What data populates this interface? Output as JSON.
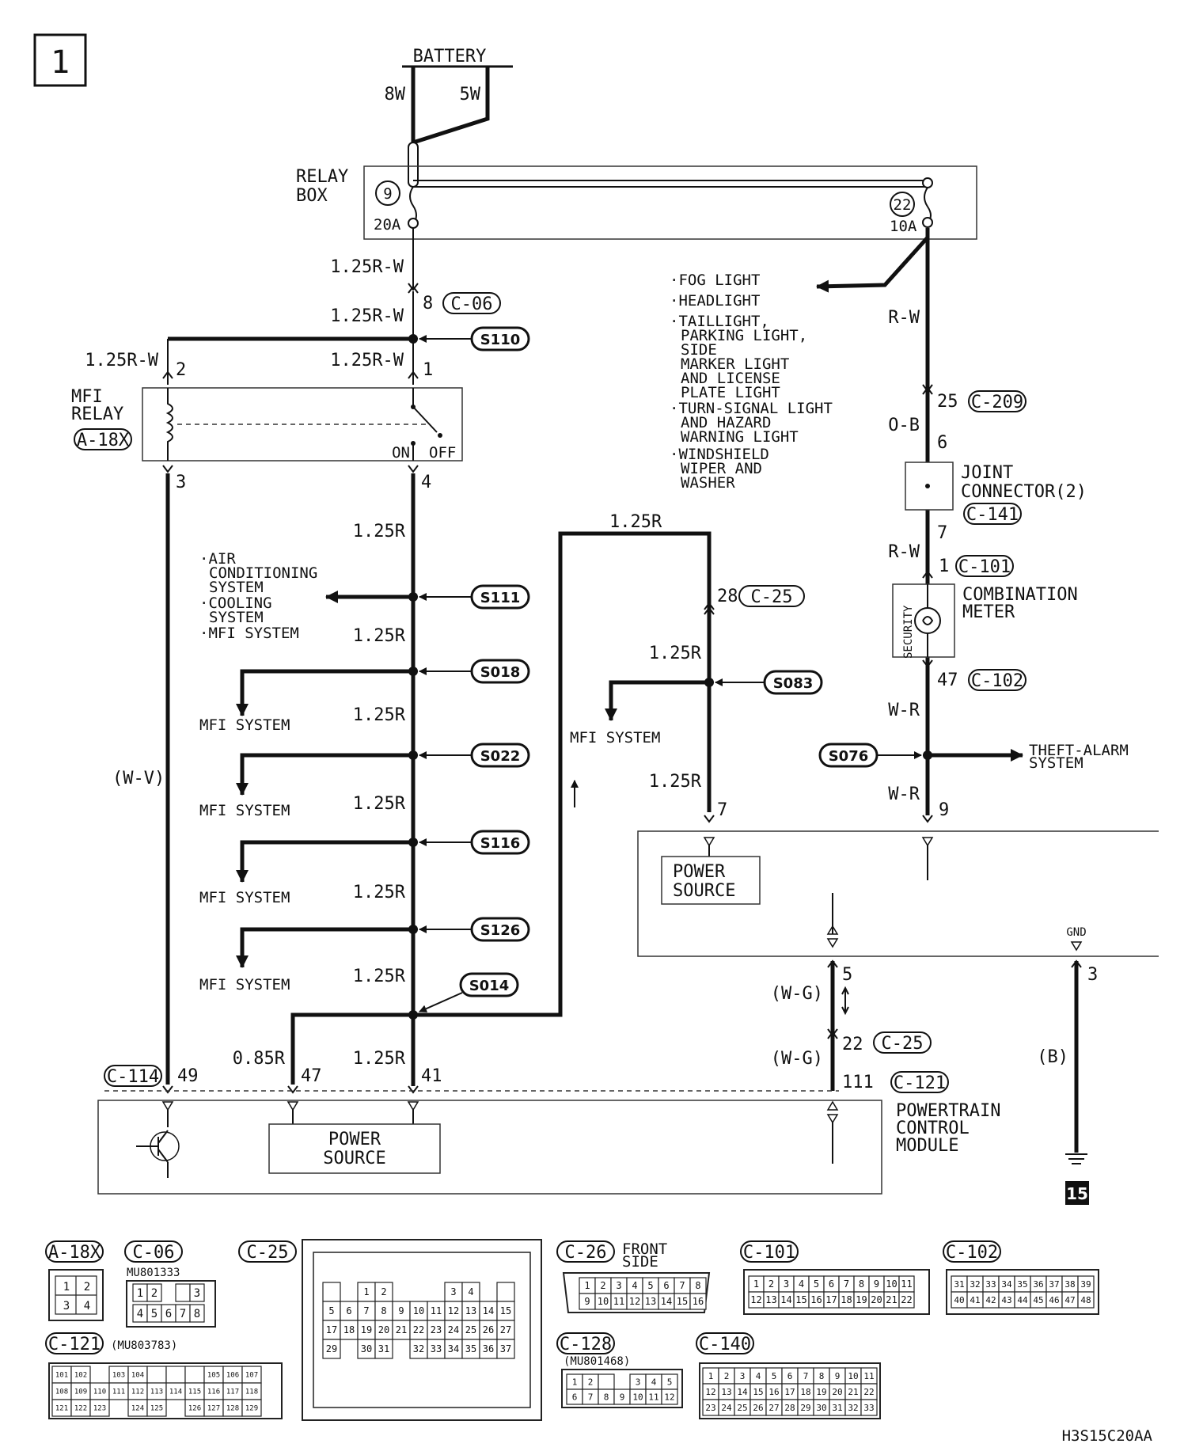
{
  "page_number": "1",
  "doc_code": "H3S15C20AA",
  "battery": {
    "label": "BATTERY",
    "left_wire": "8W",
    "right_wire": "5W"
  },
  "relay_box": {
    "label_line1": "RELAY",
    "label_line2": "BOX",
    "fuse_left_num": "9",
    "fuse_left_rating": "20A",
    "fuse_right_num": "22",
    "fuse_right_rating": "10A"
  },
  "main_wires": {
    "w1": "1.25R-W",
    "w2": "1.25R-W",
    "w3": "1.25R-W",
    "w4": "1.25R-W",
    "w5": "1.25R",
    "w6": "1.25R",
    "w7": "1.25R",
    "w8": "1.25R",
    "w9": "1.25R",
    "w10": "1.25R",
    "w11": "1.25R",
    "w12": "0.85R",
    "w13": "(W-V)"
  },
  "connectors": {
    "c06": "C-06",
    "c06_pin": "8",
    "c209": "C-209",
    "c209_pin": "25",
    "c141": "C-141",
    "c101": "C-101",
    "c101_pin": "1",
    "c102": "C-102",
    "c102_pin": "47",
    "c25_top": "C-25",
    "c25_top_pin": "28",
    "c25_bottom": "C-25",
    "c25_bottom_pin": "22",
    "c114": "C-114",
    "c114_pin": "49",
    "c121": "C-121",
    "c121_pin": "111"
  },
  "mfi_relay": {
    "label_line1": "MFI",
    "label_line2": "RELAY",
    "connector": "A-18X",
    "pin2": "2",
    "pin1": "1",
    "pin3": "3",
    "pin4": "4",
    "on": "ON",
    "off": "OFF"
  },
  "splices": {
    "s110": "S110",
    "s111": "S111",
    "s018": "S018",
    "s022": "S022",
    "s116": "S116",
    "s126": "S126",
    "s014": "S014",
    "s083": "S083",
    "s076": "S076"
  },
  "fuse22_loads": {
    "item1": "·FOG LIGHT",
    "item2": "·HEADLIGHT",
    "item3_l1": "·TAILLIGHT,",
    "item3_l2": "PARKING LIGHT,",
    "item3_l3": "SIDE",
    "item3_l4": "MARKER LIGHT",
    "item3_l5": "AND LICENSE",
    "item3_l6": "PLATE LIGHT",
    "item4_l1": "·TURN-SIGNAL LIGHT",
    "item4_l2": "AND HAZARD",
    "item4_l3": "WARNING LIGHT",
    "item5_l1": "·WINDSHIELD",
    "item5_l2": "WIPER AND",
    "item5_l3": "WASHER"
  },
  "s111_loads": {
    "l1": "·AIR",
    "l2": "CONDITIONING",
    "l3": "SYSTEM",
    "l4": "·COOLING",
    "l5": "SYSTEM",
    "l6": "·MFI SYSTEM"
  },
  "mfi_system": "MFI SYSTEM",
  "right_branch": {
    "w_rw1": "R-W",
    "w_ob": "O-B",
    "pin6": "6",
    "joint_l1": "JOINT",
    "joint_l2": "CONNECTOR(2)",
    "pin7": "7",
    "w_rw2": "R-W",
    "meter_l1": "COMBINATION",
    "meter_l2": "METER",
    "security": "SECURITY",
    "w_wr1": "W-R",
    "theft_l1": "THEFT-ALARM",
    "theft_l2": "SYSTEM",
    "w_wr2": "W-R",
    "pin9": "9"
  },
  "middle_branch": {
    "wire_top": "1.25R",
    "wire_mid": "1.25R",
    "wire_bot": "1.25R",
    "pin7": "7"
  },
  "meter_power_source": {
    "l1": "POWER",
    "l2": "SOURCE"
  },
  "gnd": {
    "label": "GND",
    "pin": "3",
    "wire": "(B)",
    "ground_no": "15"
  },
  "lower_wires": {
    "w5_pin": "5",
    "wg1": "(W-G)",
    "wg2": "(W-G)",
    "pin47": "47",
    "pin41": "41"
  },
  "pcm": {
    "l1": "POWERTRAIN",
    "l2": "CONTROL",
    "l3": "MODULE",
    "ps_l1": "POWER",
    "ps_l2": "SOURCE"
  },
  "legend": {
    "a18x": "A-18X",
    "c06": "C-06",
    "c06_part": "MU801333",
    "c25": "C-25",
    "c26": "C-26",
    "c26_note_l1": "FRONT",
    "c26_note_l2": "SIDE",
    "c101": "C-101",
    "c102": "C-102",
    "c121": "C-121",
    "c121_part": "(MU803783)",
    "c128": "C-128",
    "c128_part": "(MU801468)",
    "c140": "C-140"
  }
}
